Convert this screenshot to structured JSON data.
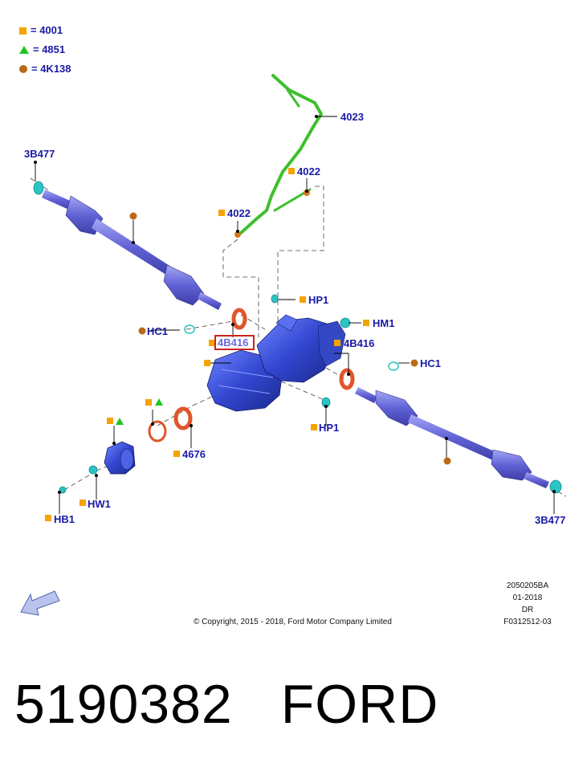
{
  "legend": [
    {
      "symbol": "square",
      "text": "= 4001"
    },
    {
      "symbol": "triangle",
      "text": "= 4851"
    },
    {
      "symbol": "dot",
      "text": "= 4K138"
    }
  ],
  "labels": {
    "l4023": "4023",
    "l4022a": "4022",
    "l4022b": "4022",
    "l3b477_left": "3B477",
    "l3b477_right": "3B477",
    "lhp1_top": "HP1",
    "lhp1_bottom": "HP1",
    "lhm1": "HM1",
    "lhc1_left": "HC1",
    "lhc1_right": "HC1",
    "l4b416_left": "4B416",
    "l4b416_right": "4B416",
    "l4676": "4676",
    "lhw1": "HW1",
    "lhb1": "HB1"
  },
  "info": {
    "code": "2050205BA",
    "date": "01-2018",
    "region": "DR",
    "figure": "F0312512-03"
  },
  "copyright": "© Copyright, 2015 - 2018, Ford Motor Company Limited",
  "part": {
    "number": "5190382",
    "brand": "FORD"
  },
  "colors": {
    "label": "#1a1aa6",
    "square": "#f5a300",
    "triangle": "#22c422",
    "dot": "#b86b16",
    "housing": "#3a4fd8",
    "shaft": "#6a6ae0",
    "seal": "#e0552a",
    "fitting": "#2ac4c4",
    "hose": "#3fbf2f",
    "highlight_box": "#cc2222"
  }
}
